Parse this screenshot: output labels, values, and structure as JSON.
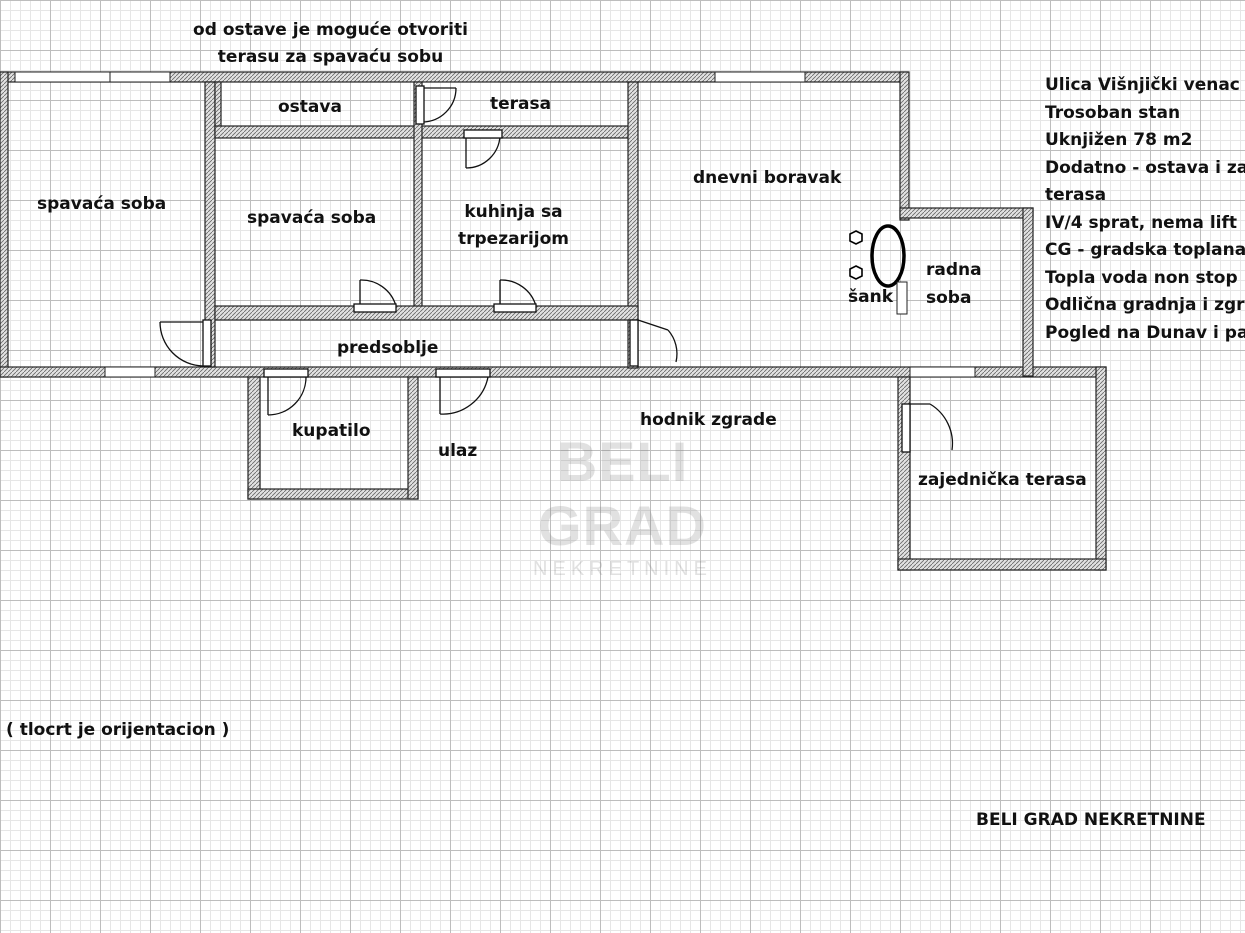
{
  "note_top": [
    "od ostave je moguće otvoriti",
    "terasu za spavaću sobu"
  ],
  "rooms": {
    "bedroom_left": "spavaća soba",
    "storage": "ostava",
    "terrace": "terasa",
    "bedroom_middle": "spavaća soba",
    "kitchen": [
      "kuhinja sa",
      "trpezarijom"
    ],
    "living_room": "dnevni boravak",
    "bar": "šank",
    "study": [
      "radna",
      "soba"
    ],
    "hallway": "predsoblje",
    "bathroom": "kupatilo",
    "entrance": "ulaz",
    "building_corridor": "hodnik zgrade",
    "shared_terrace": "zajednička terasa"
  },
  "info_lines": [
    "Ulica Višnjički venac",
    "Trosoban stan",
    "Uknjižen 78 m2",
    "Dodatno - ostava i zajednička",
    "terasa",
    "IV/4 sprat, nema lift",
    "CG - gradska toplana",
    "Topla voda non stop",
    "Odlična gradnja i zgrada",
    "Pogled na Dunav i park"
  ],
  "orientation_note": "( tlocrt je orijentacion )",
  "agency": "BELI GRAD NEKRETNINE",
  "watermark": {
    "main": "BELI GRAD",
    "sub": "NEKRETNINE"
  },
  "colors": {
    "wall_fill": "#cfcfcf",
    "wall_stroke": "#222222"
  }
}
